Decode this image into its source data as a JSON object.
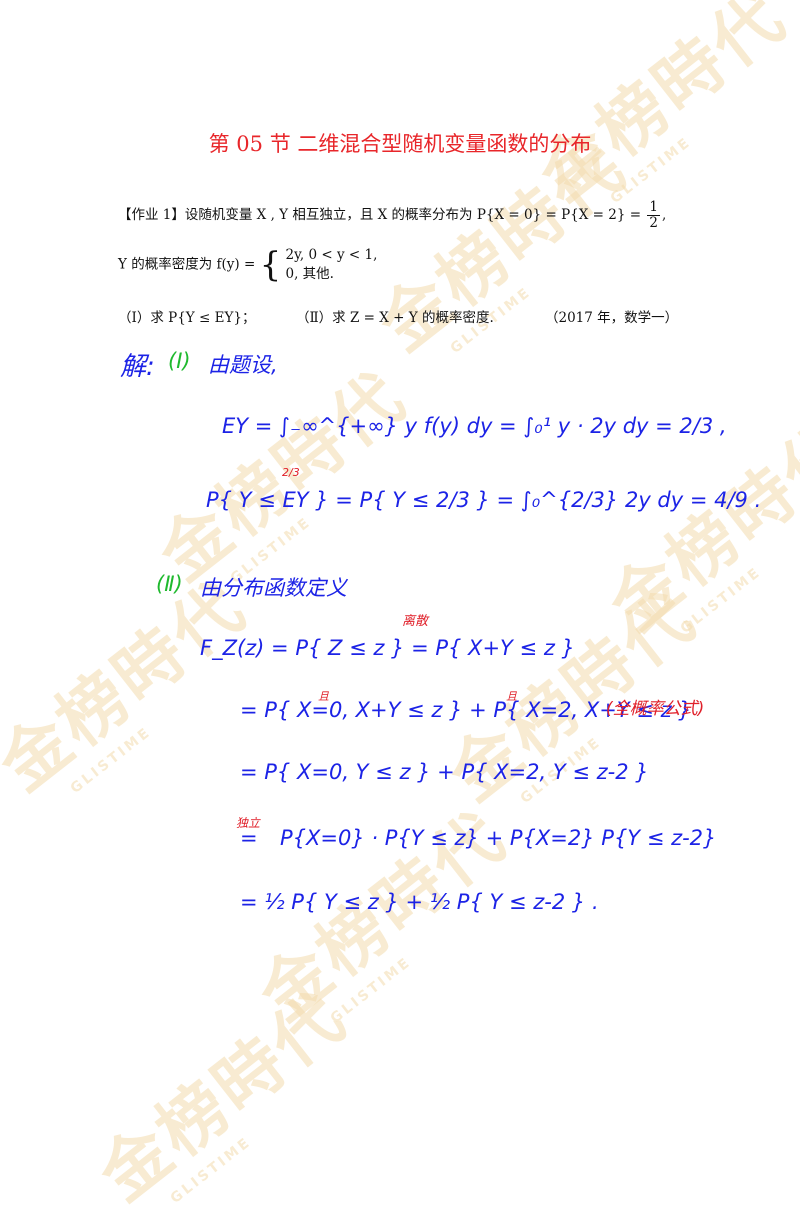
{
  "title": "第 05 节  二维混合型随机变量函数的分布",
  "problem": {
    "line1_prefix": "【作业 1】设随机变量 X , Y 相互独立，且 X 的概率分布为 P{X = 0} = P{X = 2} =",
    "line1_frac_num": "1",
    "line1_frac_den": "2",
    "line1_suffix": ",",
    "line2_prefix": "Y 的概率密度为 f(y) =",
    "case1": "2y,     0 < y < 1,",
    "case2": "0,         其他.",
    "part1": "（Ⅰ）求 P{Y ≤ EY}；",
    "part2": "（Ⅱ）求 Z = X + Y 的概率密度.",
    "source": "（2017 年，数学一）"
  },
  "solution": {
    "head_jie": "解:",
    "head_i": "(Ⅰ)",
    "head_i_text": "由题设,",
    "ey_line": "EY = ∫₋∞^{+∞} y f(y) dy = ∫₀¹ y · 2y dy = 2/3 ,",
    "p_line": "P{ Y ≤ EY } = P{ Y ≤ 2/3 } = ∫₀^{2/3} 2y dy = 4/9 .",
    "p_line_ann": "2/3",
    "head_ii": "(Ⅱ)",
    "head_ii_text": "由分布函数定义",
    "f_line": "F_Z(z) = P{ Z ≤ z } = P{ X+Y ≤ z }",
    "f_line_ann": "离散",
    "line_a": "= P{ X=0, X+Y ≤ z } + P{ X=2, X+Y ≤ z }",
    "line_a_ann1": "且",
    "line_a_ann2": "且",
    "line_a_note": "(全概率公式)",
    "line_b": "= P{ X=0, Y ≤ z } + P{ X=2, Y ≤ z-2 }",
    "line_c": "P{X=0} · P{Y ≤ z} + P{X=2} P{Y ≤ z-2}",
    "line_c_eq": "=",
    "line_c_ann": "独立",
    "line_d": "= ½ P{ Y ≤ z } + ½ P{ Y ≤ z-2 } ."
  },
  "watermark": {
    "text": "金榜時代",
    "sub": "GLISTIME"
  }
}
